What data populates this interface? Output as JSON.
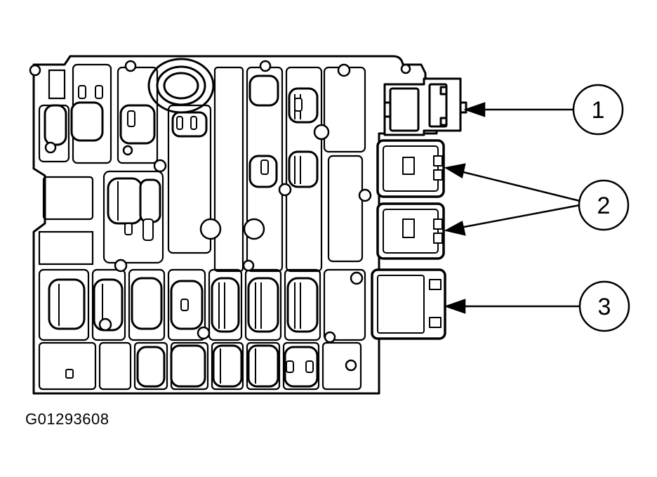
{
  "figure": {
    "id": "G01293608"
  },
  "callouts": [
    {
      "label": "1"
    },
    {
      "label": "2"
    },
    {
      "label": "3"
    }
  ],
  "colors": {
    "line": "#000000",
    "background": "#ffffff"
  }
}
